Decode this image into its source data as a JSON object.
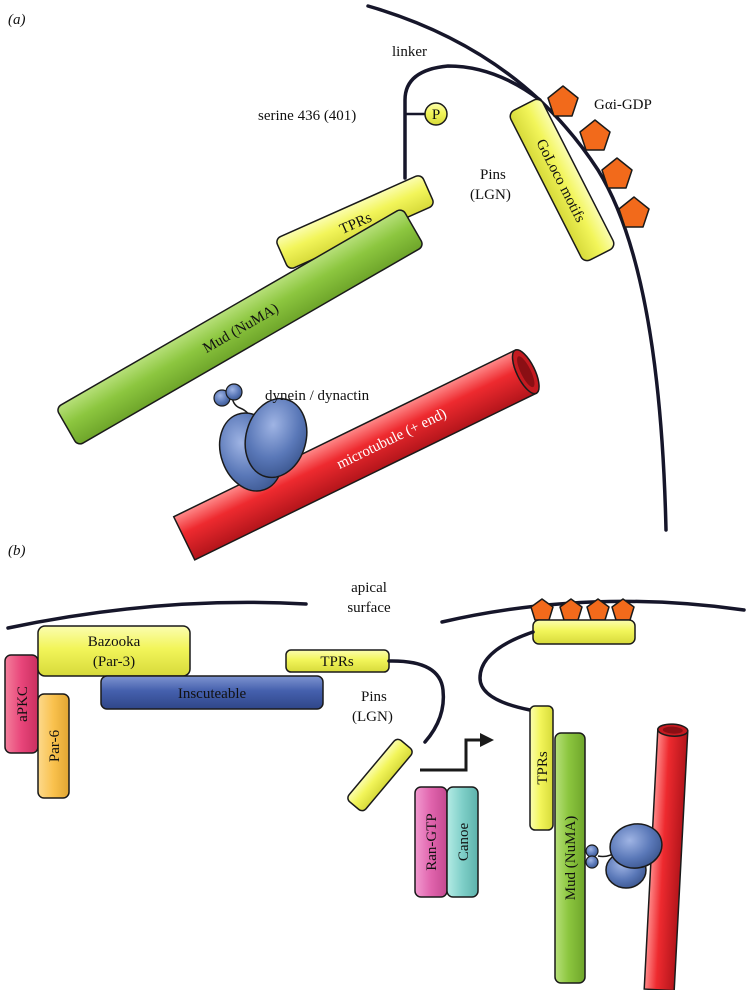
{
  "panel_a": {
    "panel_label": "(a)",
    "linker": "linker",
    "serine": "serine 436 (401)",
    "phospho": "P",
    "galpha": "Gαi-GDP",
    "goloco": "GoLoco motifs",
    "pins": [
      "Pins",
      "(LGN)"
    ],
    "tprs": "TPRs",
    "mud": "Mud (NuMA)",
    "dynein": "dynein / dynactin",
    "microtubule": "microtubule (+ end)"
  },
  "panel_b": {
    "panel_label": "(b)",
    "apical": [
      "apical",
      "surface"
    ],
    "bazooka": [
      "Bazooka",
      "(Par-3)"
    ],
    "apkc": "aPKC",
    "par6": "Par-6",
    "inscuteable": "Inscuteable",
    "tprs_left": "TPRs",
    "pins": [
      "Pins",
      "(LGN)"
    ],
    "ran": "Ran-GTP",
    "canoe": "Canoe",
    "tprs_right": "TPRs",
    "mud": "Mud (NuMA)"
  },
  "colors": {
    "yellow": "#f2f55a",
    "green": "#8cc63f",
    "red": "#e8262b",
    "blue": "#5a78b8",
    "navy": "#3f58a6",
    "orange": "#f26a1b",
    "pink": "#e8457a",
    "light_orange": "#f9c14d",
    "magenta": "#e064ad",
    "teal": "#7fcfc8"
  }
}
